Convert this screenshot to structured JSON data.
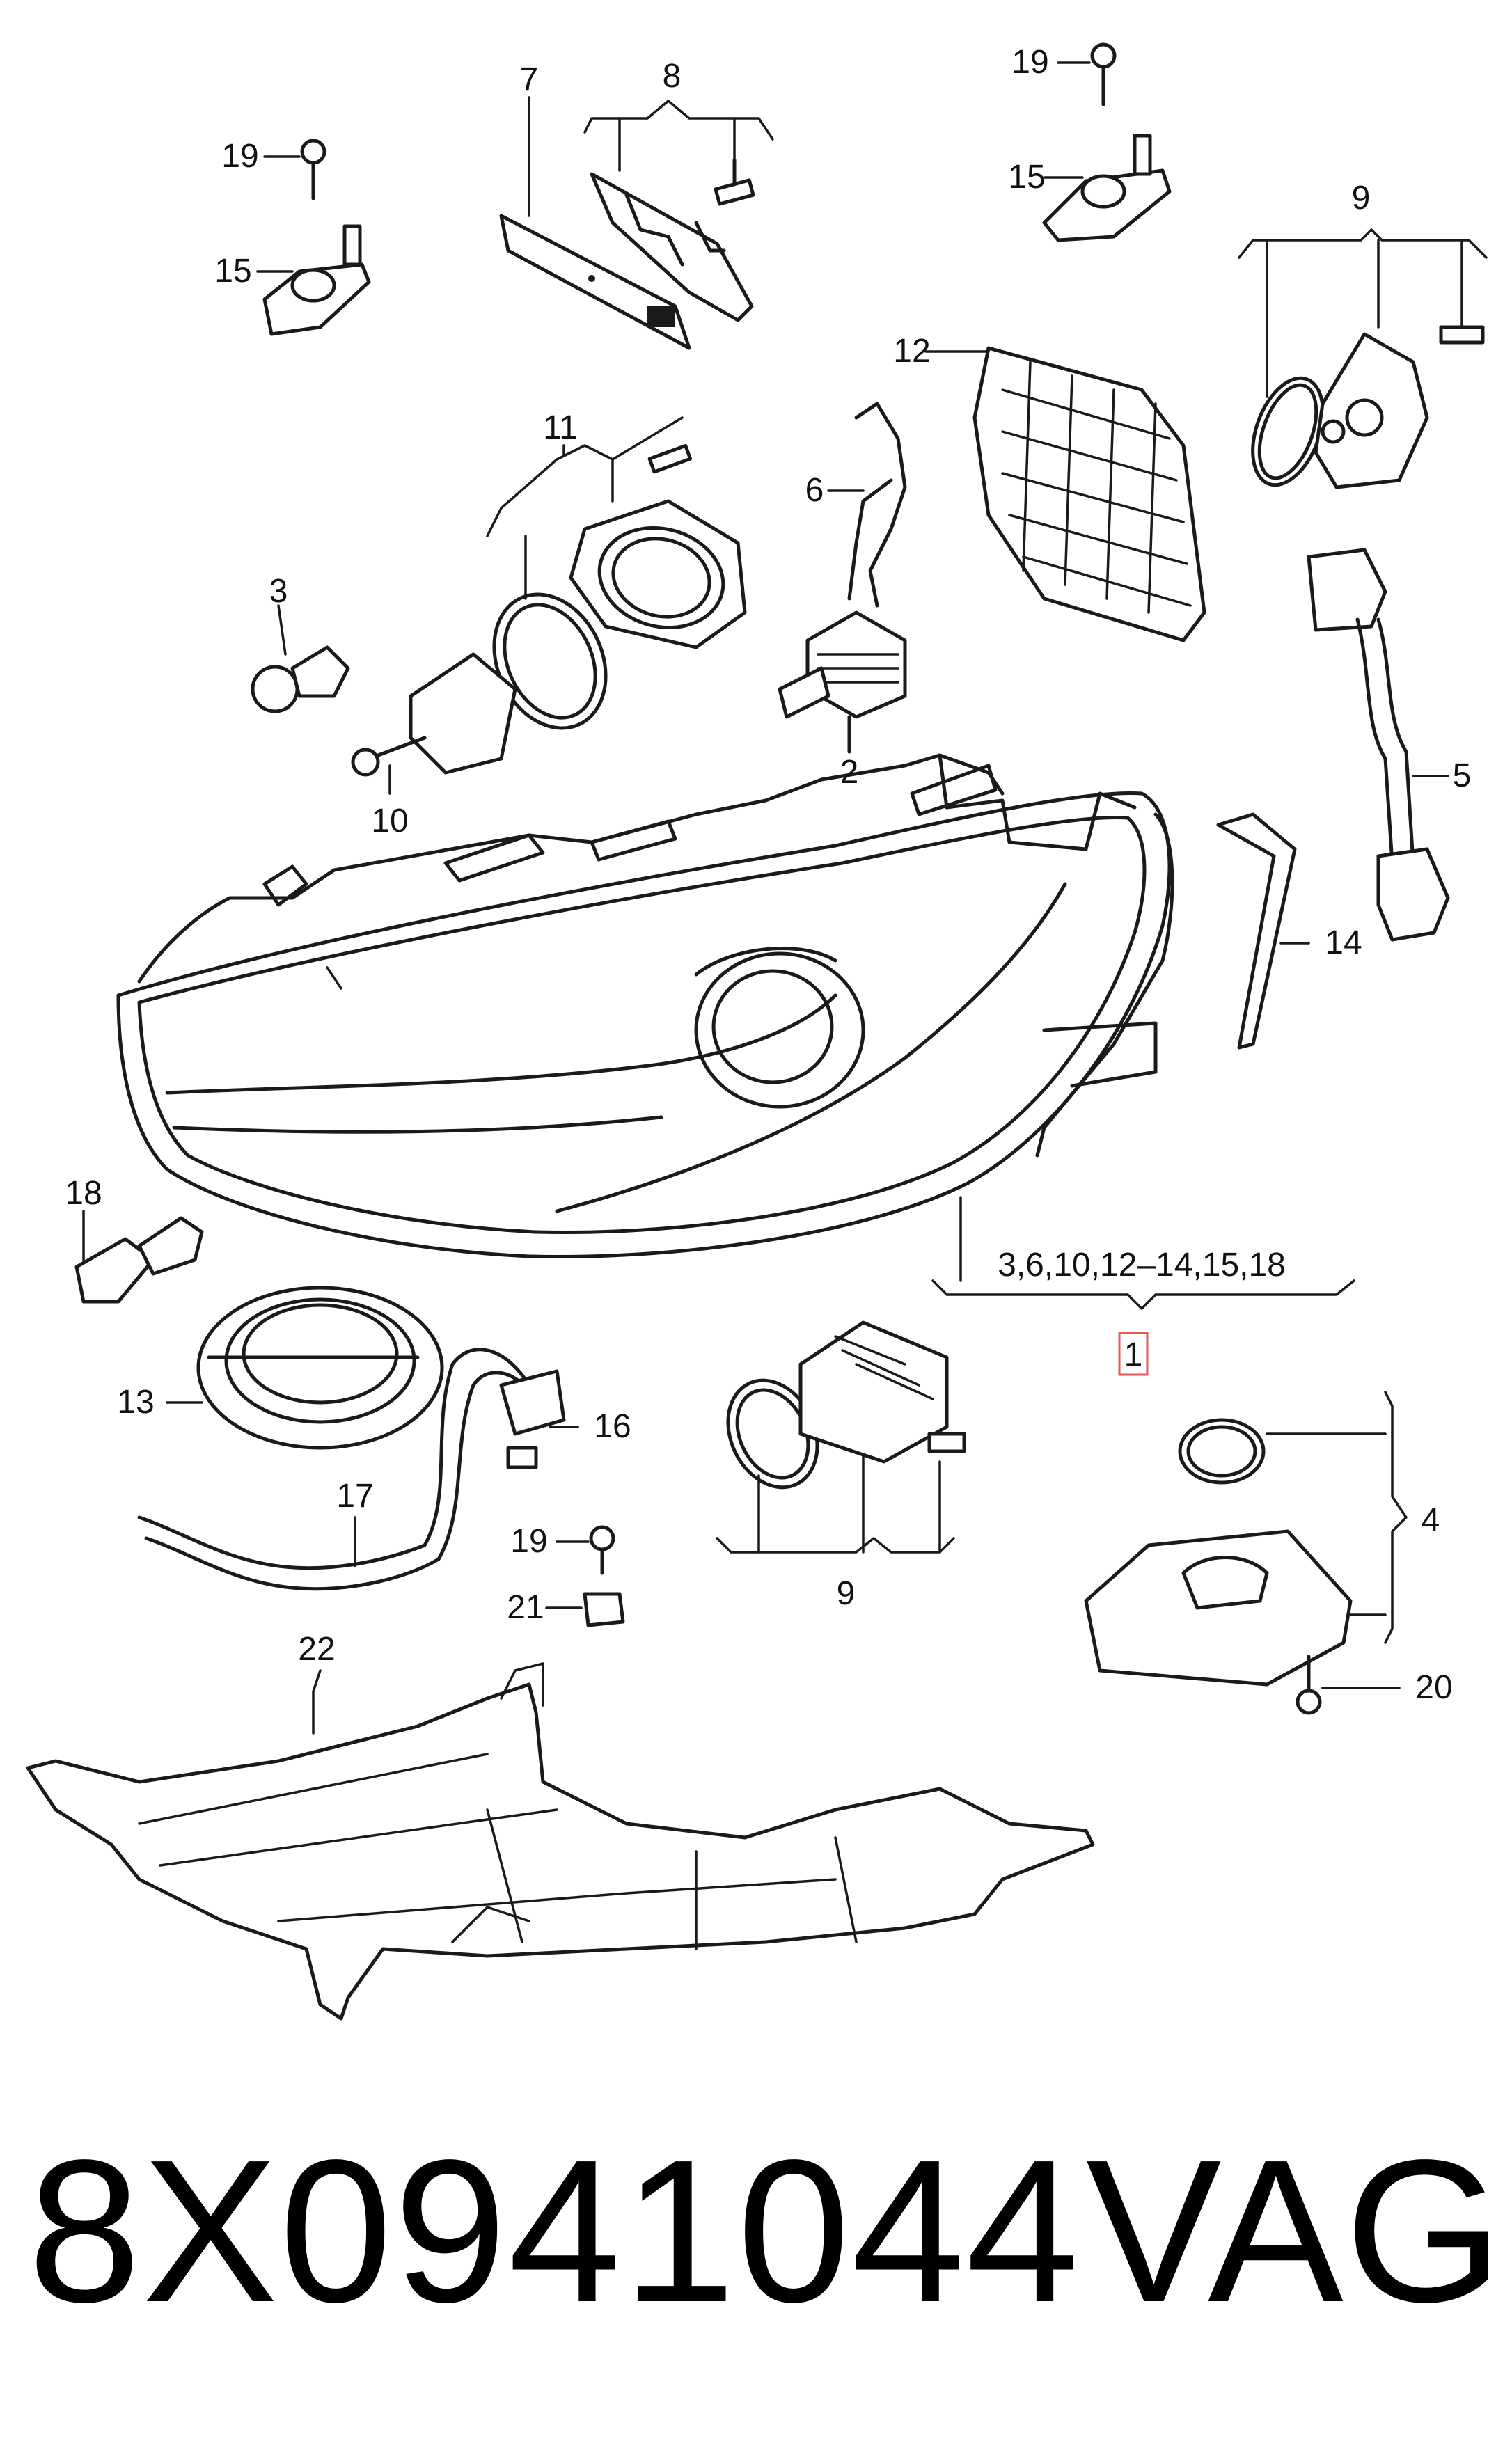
{
  "diagram": {
    "callouts": {
      "c1": "1",
      "c2": "2",
      "c3": "3",
      "c4": "4",
      "c5": "5",
      "c6": "6",
      "c7": "7",
      "c8": "8",
      "c9a": "9",
      "c9b": "9",
      "c10": "10",
      "c11": "11",
      "c12": "12",
      "c13": "13",
      "c14": "14",
      "c15a": "15",
      "c15b": "15",
      "c16": "16",
      "c17": "17",
      "c18": "18",
      "c19a": "19",
      "c19b": "19",
      "c19c": "19",
      "c20": "20",
      "c21": "21",
      "c22": "22",
      "group_headlight": "3,6,10,12–14,15,18"
    },
    "highlight_color": "#e05a5a"
  },
  "footer": {
    "part_number": "8X0941044",
    "brand": "VAG"
  }
}
